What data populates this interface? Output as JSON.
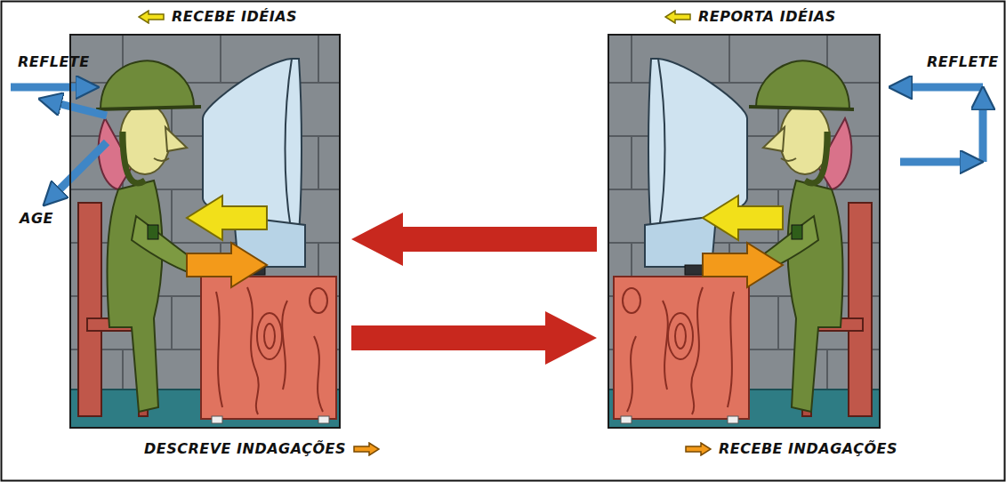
{
  "diagram": {
    "nodes": [
      {
        "text": [
          "RECEBE IDÉIAS",
          "DESCREVE INDAGAÇÕES"
        ]
      },
      {
        "text": [
          "REPORTA IDÉIAS",
          "RECEBE INDAGAÇÕES"
        ]
      }
    ],
    "edges": [
      {
        "from": 1,
        "to": 0,
        "arrow": "to"
      },
      {
        "from": 0,
        "to": 1,
        "arrow": "to"
      }
    ],
    "labels": [
      "REFLETE",
      "AGE",
      "REFLETE"
    ]
  }
}
